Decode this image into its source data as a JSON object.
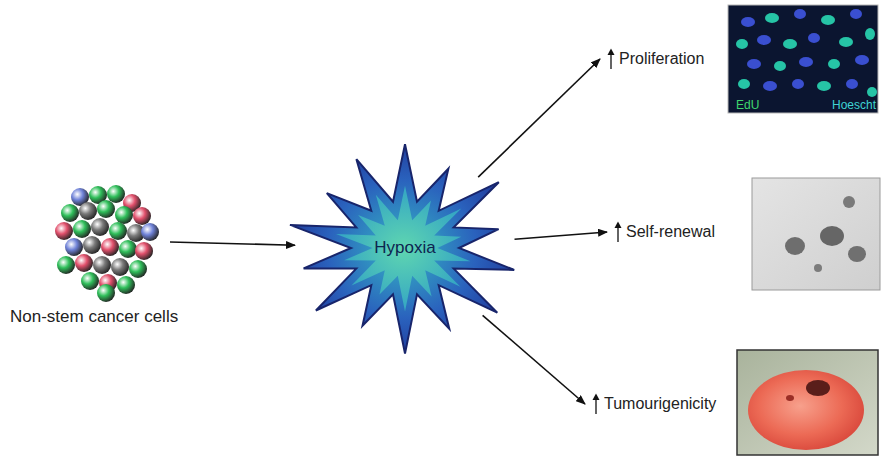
{
  "diagram": {
    "nodes": [
      {
        "text": [
          "Non-stem cancer cells"
        ]
      },
      {
        "text": [
          "Hypoxia"
        ]
      },
      {
        "text": [
          "Proliferation"
        ]
      },
      {
        "text": [
          "Self-renewal"
        ]
      },
      {
        "text": [
          "Tumourigenicity"
        ]
      }
    ],
    "edges": [
      {
        "from": 0,
        "to": 1,
        "arrow": "to"
      },
      {
        "from": 1,
        "to": 2,
        "arrow": "to"
      },
      {
        "from": 1,
        "to": 3,
        "arrow": "to"
      },
      {
        "from": 1,
        "to": 4,
        "arrow": "to"
      }
    ],
    "labels": [
      "EdU",
      "Hoescht"
    ]
  }
}
